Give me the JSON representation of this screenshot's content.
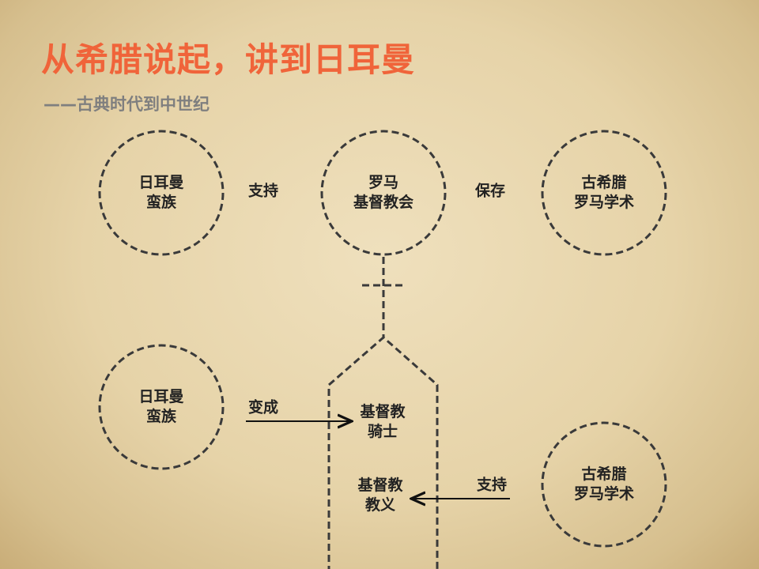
{
  "title": "从希腊说起，讲到日耳曼",
  "subtitle": "——古典时代到中世纪",
  "nodes": {
    "germanic_top": [
      "日耳曼",
      "蛮族"
    ],
    "roman_church": [
      "罗马",
      "基督教会"
    ],
    "greco_roman_top": [
      "古希腊",
      "罗马学术"
    ],
    "germanic_bottom": [
      "日耳曼",
      "蛮族"
    ],
    "christian_knight": [
      "基督教",
      "骑士"
    ],
    "christian_doctrine": [
      "基督教",
      "教义"
    ],
    "greco_roman_bottom": [
      "古希腊",
      "罗马学术"
    ]
  },
  "relations": {
    "support_top": "支持",
    "preserve": "保存",
    "become": "变成",
    "support_bottom": "支持"
  },
  "colors": {
    "title": "#f0643a",
    "subtitle": "#7f7f7f",
    "line": "#333333"
  }
}
